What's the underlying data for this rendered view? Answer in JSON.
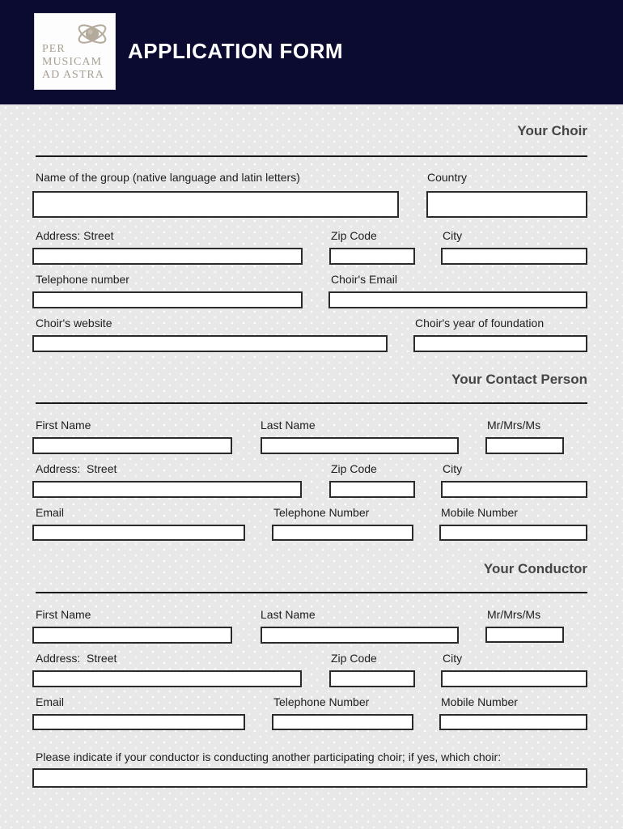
{
  "colors": {
    "header_bg": "#0b0b32",
    "page_bg": "#e8e8e8",
    "logo_text": "#a9a093",
    "heading_text": "#454545",
    "label_text": "#1d1d1d",
    "box_border": "#2b2b2b",
    "title_text": "#ffffff"
  },
  "header": {
    "title": "APPLICATION FORM",
    "logo": {
      "lines": [
        "PER",
        "MUSICAM",
        "AD ASTRA"
      ],
      "icon": "atom-orbit-sphere"
    }
  },
  "sections": {
    "choir": {
      "heading": "Your Choir",
      "labels": {
        "name": "Name of the group (native language and latin letters)",
        "country": "Country",
        "street": "Address: Street",
        "zip": "Zip Code",
        "city": "City",
        "phone": "Telephone number",
        "email": "Choir's Email",
        "website": "Choir's website",
        "foundation": "Choir's year of foundation"
      }
    },
    "contact": {
      "heading": "Your Contact Person",
      "labels": {
        "first_name": "First Name",
        "last_name": "Last Name",
        "title": "Mr/Mrs/Ms",
        "street": "Address:  Street",
        "zip": "Zip Code",
        "city": "City",
        "email": "Email",
        "phone": "Telephone Number",
        "mobile": "Mobile Number"
      }
    },
    "conductor": {
      "heading": "Your Conductor",
      "labels": {
        "first_name": "First Name",
        "last_name": "Last Name",
        "title": "Mr/Mrs/Ms",
        "street": "Address:  Street",
        "zip": "Zip Code",
        "city": "City",
        "email": "Email",
        "phone": "Telephone Number",
        "mobile": "Mobile Number"
      },
      "other_choir_label": "Please indicate if your conductor is conducting another participating choir; if yes, which choir:"
    }
  },
  "inputs": {
    "all_values_empty": ""
  }
}
